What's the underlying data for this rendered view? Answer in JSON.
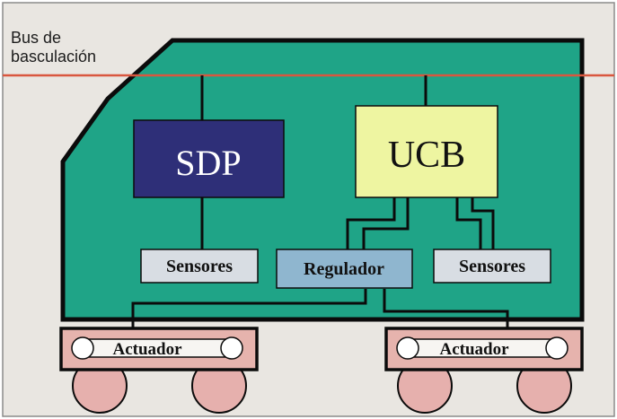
{
  "bus_label": [
    "Bus de",
    "basculación"
  ],
  "blocks": {
    "sdp": "SDP",
    "ucb": "UCB",
    "sensores_left": "Sensores",
    "regulador": "Regulador",
    "sensores_right": "Sensores",
    "actuador_left": "Actuador",
    "actuador_right": "Actuador"
  },
  "colors": {
    "background": "#e9e6e1",
    "car_body": "#1fa487",
    "outline": "#0b0b0b",
    "bus_line": "#d9573f",
    "sdp_fill": "#2e2f78",
    "ucb_fill": "#eef5a1",
    "sensor_fill": "#d8dde3",
    "regulador_fill": "#8fb6cf",
    "bogie_fill": "#e6b3ad",
    "actuator_fill": "#f7f5f2",
    "wheel_fill": "#e6b0ad"
  }
}
